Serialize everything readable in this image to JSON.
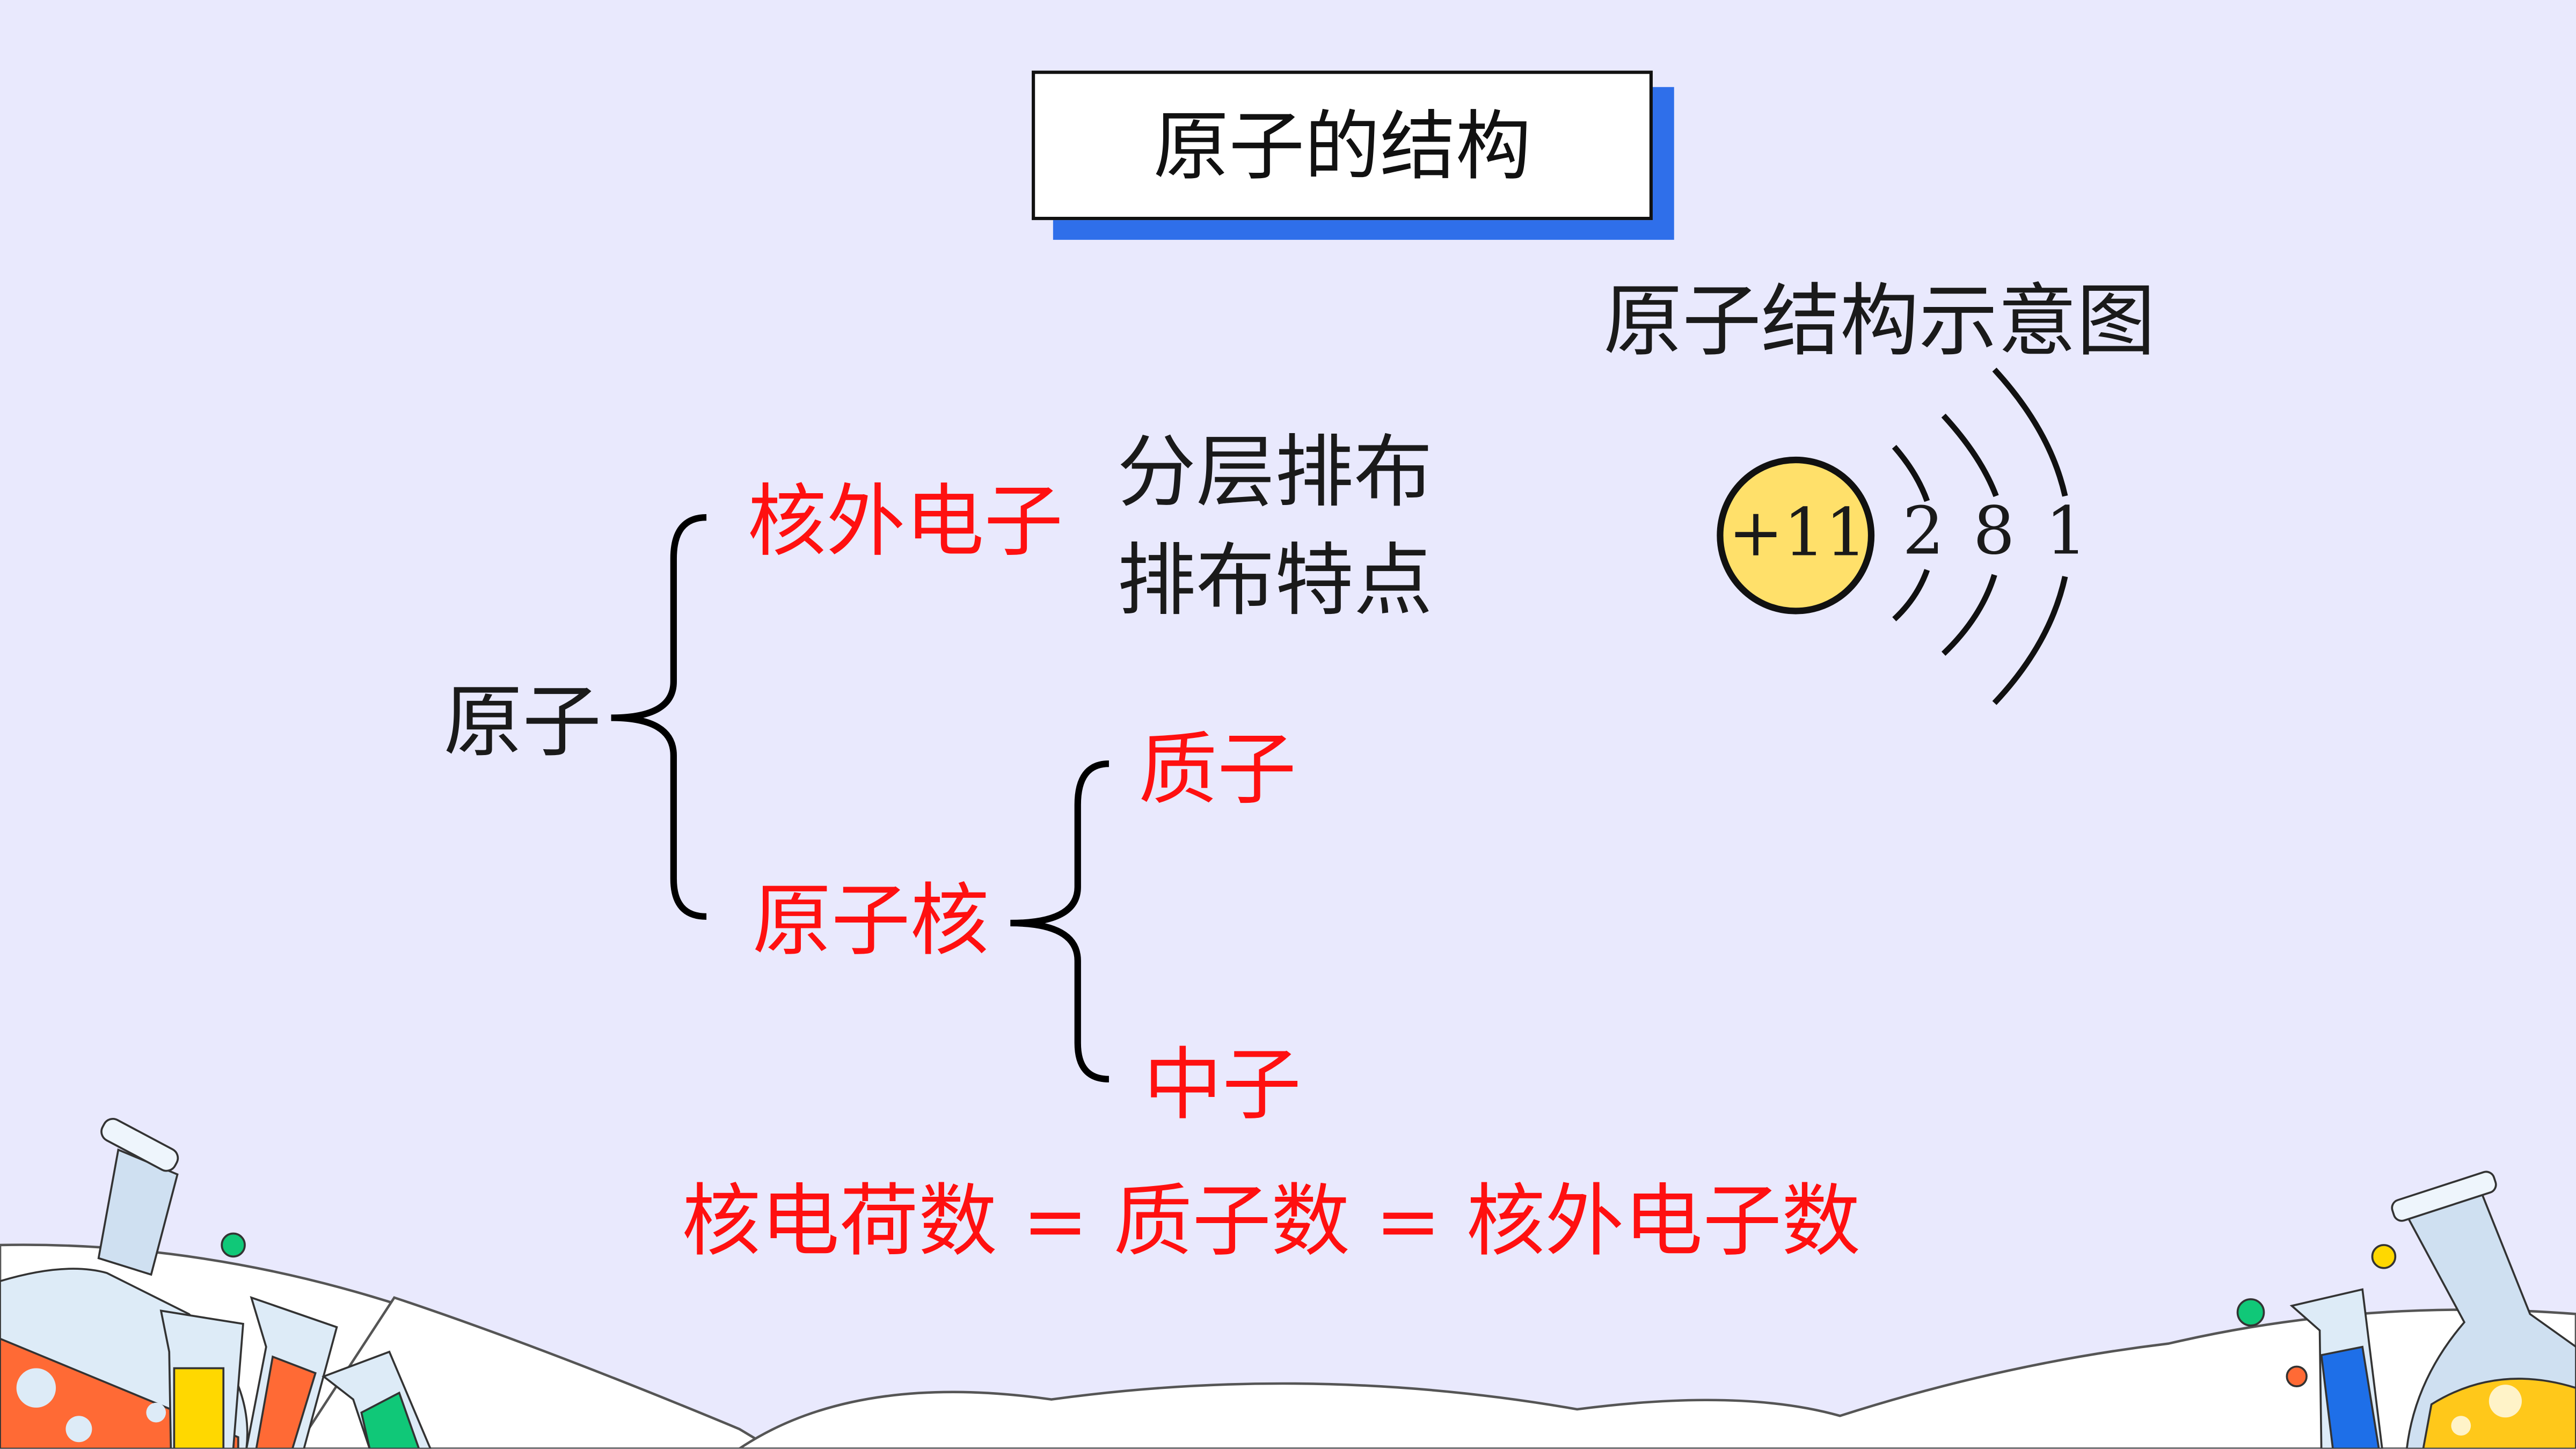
{
  "title": "原子的结构",
  "diagram_caption": "原子结构示意图",
  "atom": {
    "nucleus_label": "+11",
    "shells": [
      "2",
      "8",
      "1"
    ],
    "nucleus_color": "#FFE06A"
  },
  "tree": {
    "root": "原子",
    "electrons": "核外电子",
    "electron_notes": [
      "分层排布",
      "排布特点"
    ],
    "nucleus": "原子核",
    "proton": "质子",
    "neutron": "中子"
  },
  "equation": "核电荷数 = 质子数 = 核外电子数",
  "colors": {
    "accent": "#2F6FEA",
    "red": "#FF1010",
    "background": "#E9E9FD"
  }
}
